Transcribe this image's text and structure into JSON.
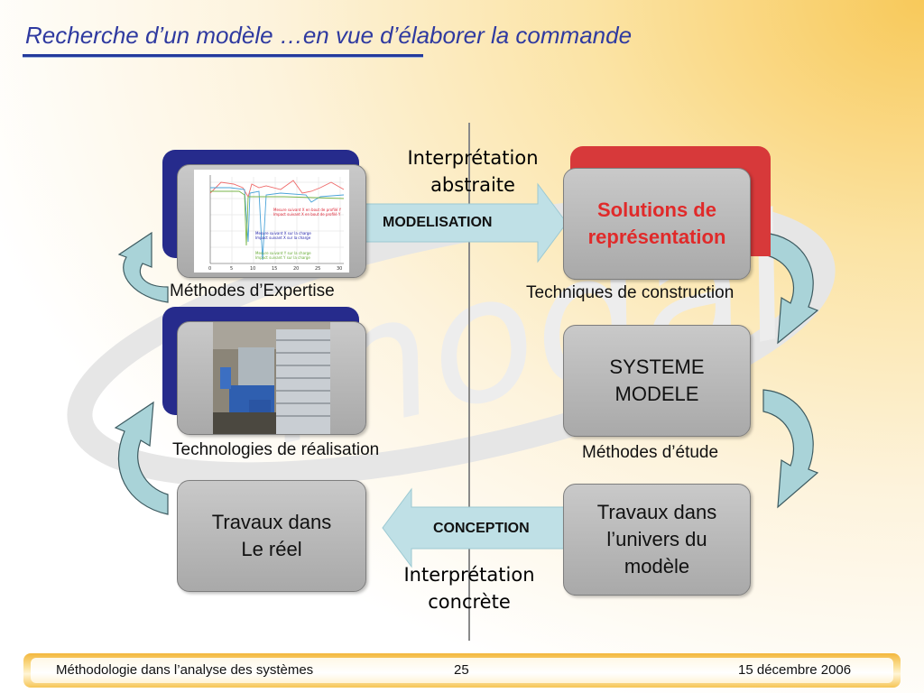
{
  "title": "Recherche d’un modèle …en vue d’élaborer la commande",
  "top_arrow": {
    "above": [
      "Interprétation",
      "abstraite"
    ],
    "label": "MODELISATION"
  },
  "bottom_arrow": {
    "label": "CONCEPTION",
    "below": [
      "Interprétation",
      "concrète"
    ]
  },
  "left": {
    "expertise_label": "Méthodes d’Expertise",
    "technologies_label": "Technologies de réalisation",
    "reel_box": [
      "Travaux dans",
      "Le réel"
    ]
  },
  "right": {
    "solutions_box": [
      "Solutions de",
      "représentation"
    ],
    "techniques_label": "Techniques de construction",
    "systeme_box": [
      "SYSTEME",
      "MODELE"
    ],
    "methodes_label": "Méthodes d’étude",
    "travaux_box": [
      "Travaux dans",
      "l’univers du",
      "modèle"
    ]
  },
  "chart_legend": [
    "Mesure suivant X en bout de profilé Y",
    "Impact suivant X en bout de profilé Y",
    "Mesure suivant X sur la charge",
    "Impact suivant X sur la charge",
    "Mesure suivant Y sur la charge",
    "Impact suivant Y sur la charge"
  ],
  "chart_xticks": [
    "0",
    "5",
    "10",
    "15",
    "20",
    "25",
    "30"
  ],
  "footer": {
    "left": "Méthodologie dans l’analyse des systèmes",
    "center": "25",
    "right": "15 décembre 2006"
  },
  "colors": {
    "title": "#2f3aa0",
    "accent_blue": "#262b8c",
    "accent_red": "#d7393a",
    "solutions_text": "#e02a2a",
    "arrow": "#bfe0e6"
  }
}
